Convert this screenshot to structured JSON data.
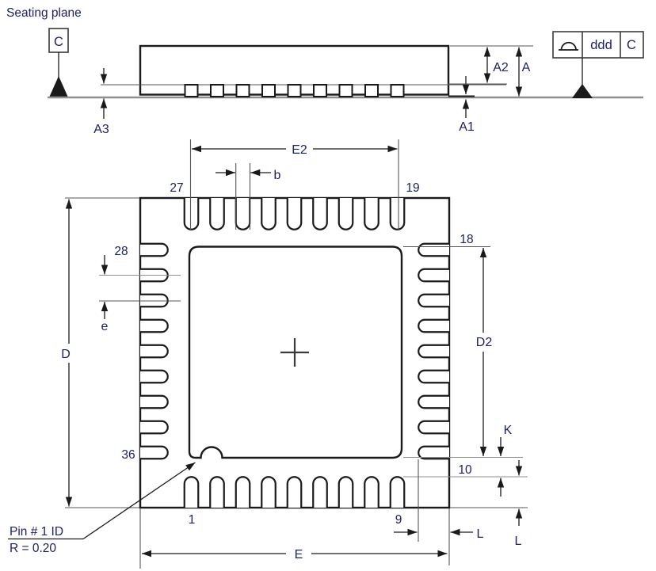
{
  "drawing": {
    "side_view": {
      "seating_plane_label": "Seating plane",
      "datum_box_label": "C",
      "dim_a": "A",
      "dim_a1": "A1",
      "dim_a2": "A2",
      "dim_a3": "A3",
      "fcf_symbol": "profile-of-surface-icon",
      "fcf_tolerance": "ddd",
      "fcf_datum": "C"
    },
    "bottom_view": {
      "dim_e2": "E2",
      "dim_b": "b",
      "dim_e_pitch": "e",
      "dim_d": "D",
      "dim_d2": "D2",
      "dim_e_body": "E",
      "dim_k": "K",
      "dim_l_right": "L",
      "dim_l_bottom": "L",
      "pin_27": "27",
      "pin_19": "19",
      "pin_28": "28",
      "pin_18": "18",
      "pin_36": "36",
      "pin_1": "1",
      "pin_9": "9",
      "pin_10": "10",
      "pin1_note_line1": "Pin # 1 ID",
      "pin1_note_line2": "R = 0.20"
    },
    "colors": {
      "line": "#1a1a1a",
      "seating_line": "#8f8f8f",
      "extension_line": "#555555",
      "text": "#1c2266"
    }
  }
}
